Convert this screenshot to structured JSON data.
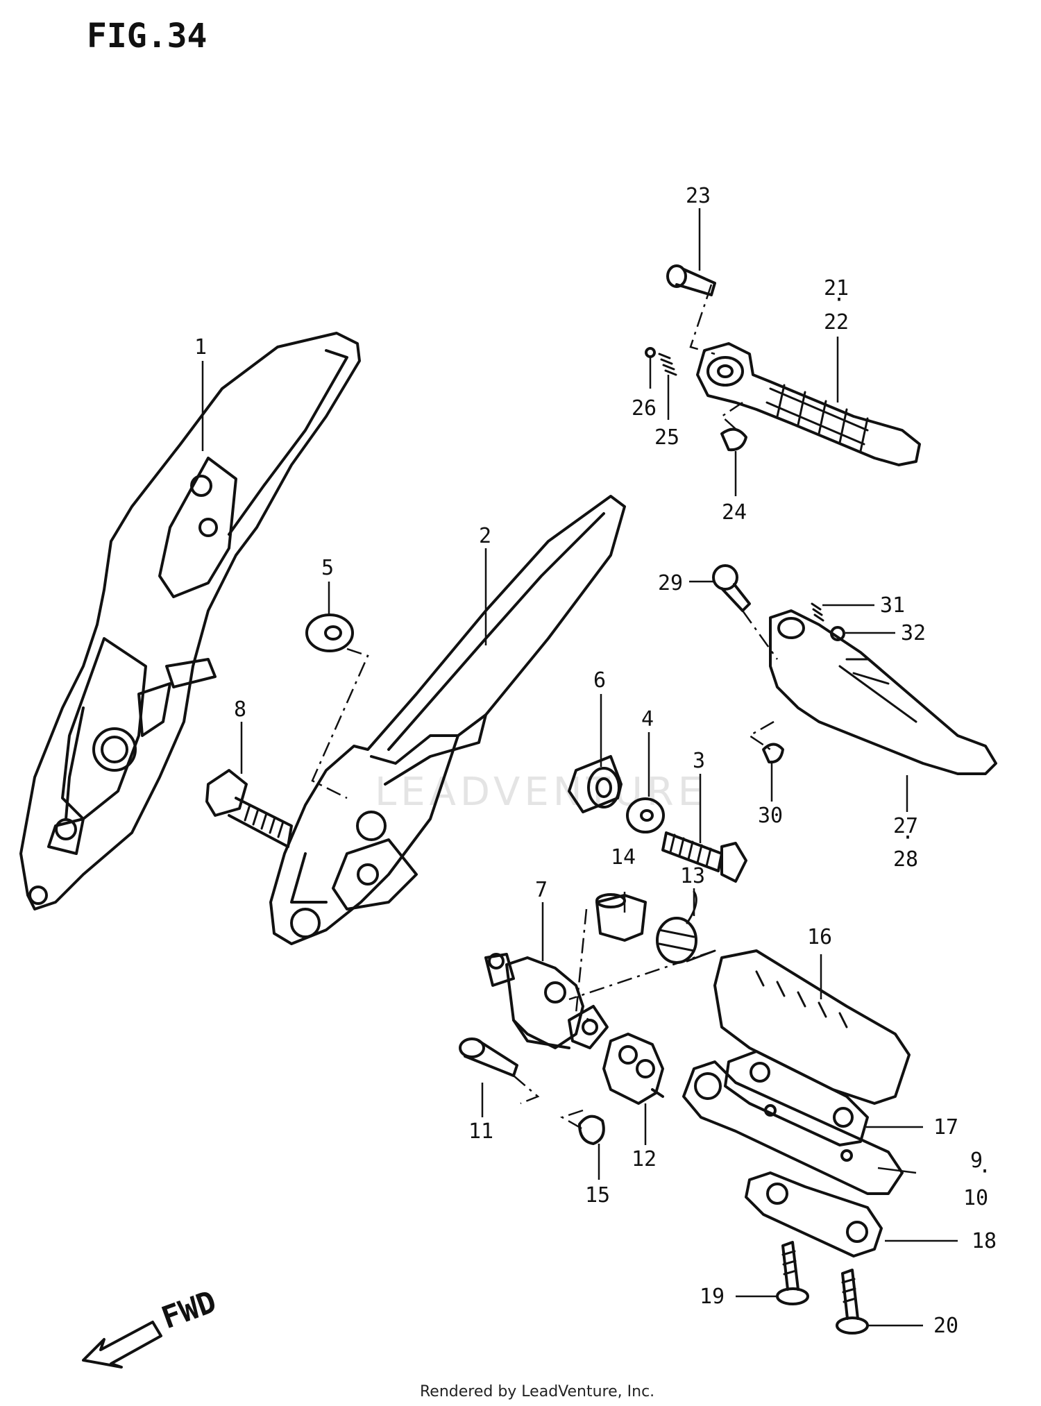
{
  "title": "FIG.34",
  "direction_label": "FWD",
  "watermark": "LEADVENTURE",
  "credit": "Rendered by LeadVenture, Inc.",
  "callouts": {
    "c1": "1",
    "c2": "2",
    "c3": "3",
    "c4": "4",
    "c5": "5",
    "c6": "6",
    "c7": "7",
    "c8": "8",
    "c9": "9",
    "c10": "10",
    "c11": "11",
    "c12": "12",
    "c13": "13",
    "c14": "14",
    "c15": "15",
    "c16": "16",
    "c17": "17",
    "c18": "18",
    "c19": "19",
    "c20": "20",
    "c21": "21",
    "c22": "22",
    "c23": "23",
    "c24": "24",
    "c25": "25",
    "c26": "26",
    "c27": "27",
    "c28": "28",
    "c29": "29",
    "c30": "30",
    "c31": "31",
    "c32": "32"
  }
}
